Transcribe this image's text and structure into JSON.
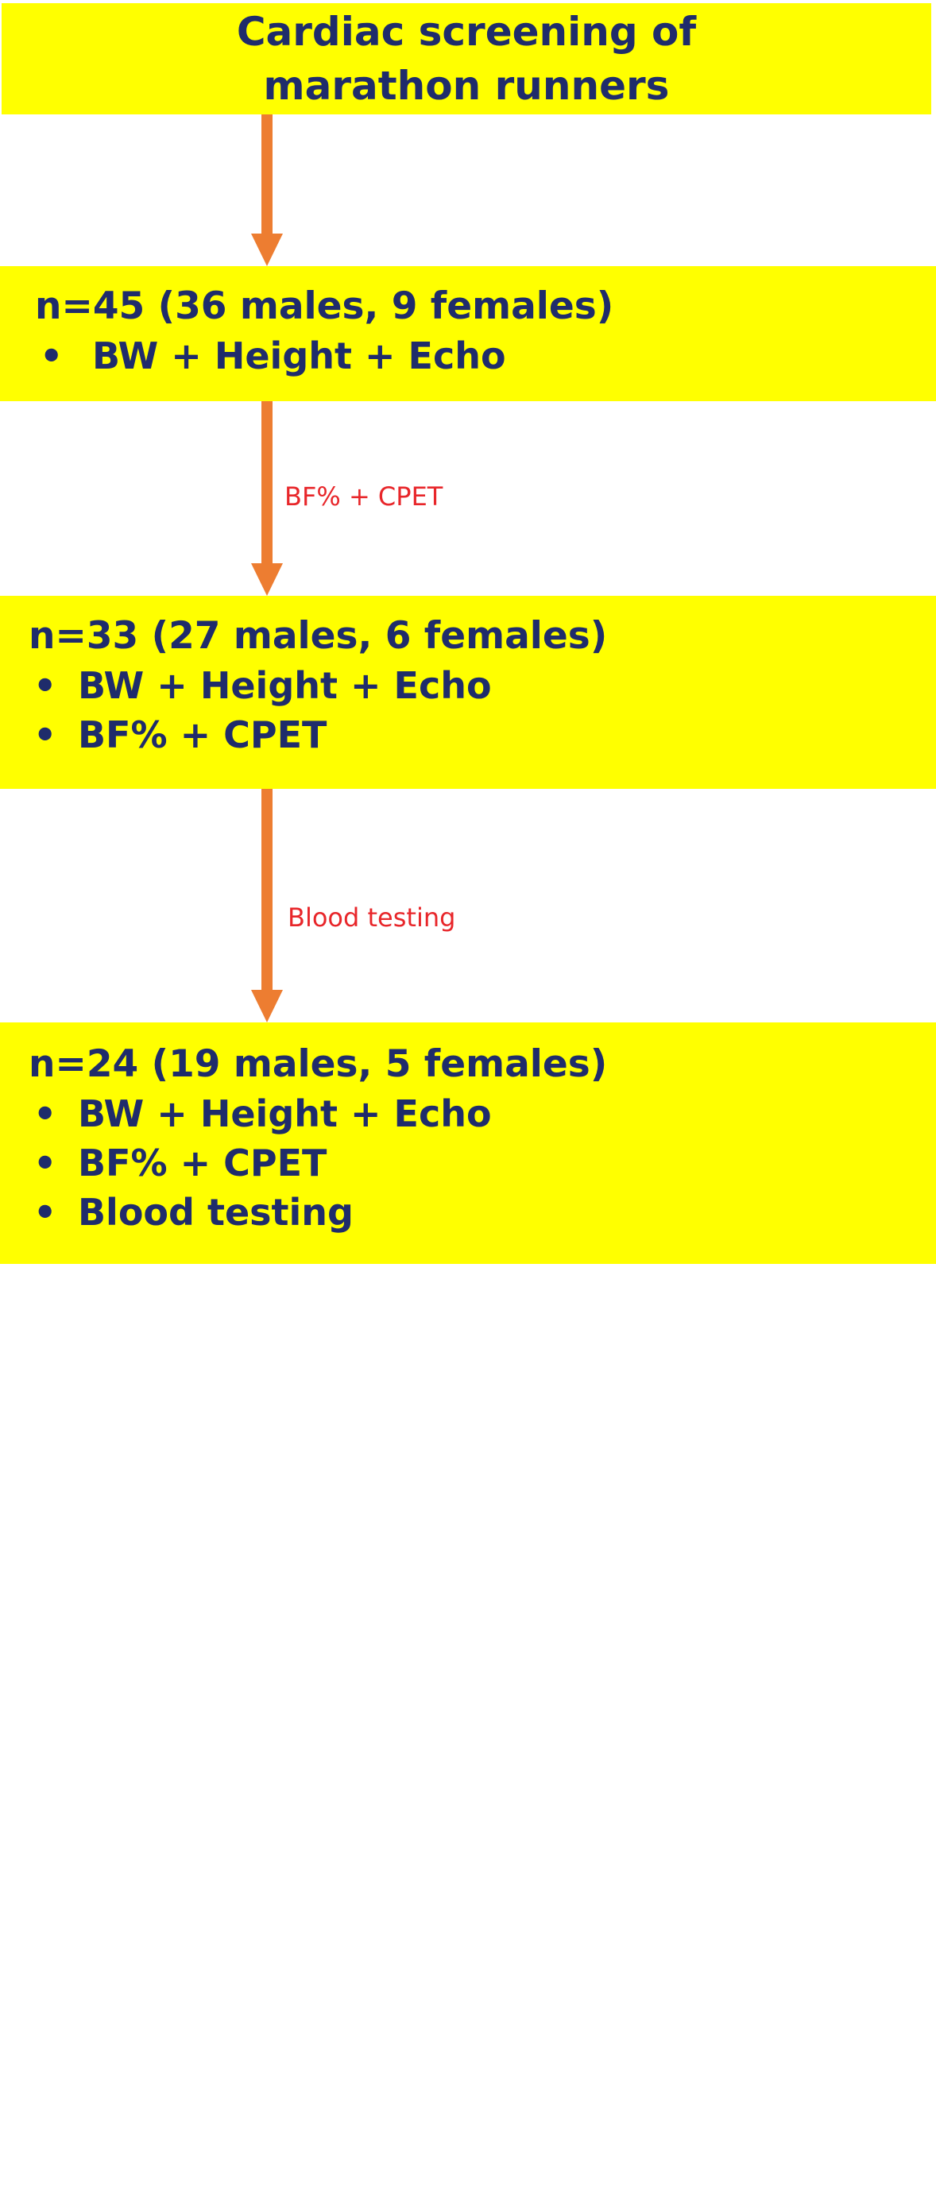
{
  "colors": {
    "box_fill": "#ffff00",
    "box_text": "#1f2c6b",
    "arrow": "#ed7d31",
    "edge_label": "#e8262a"
  },
  "nodes": [
    {
      "id": "title",
      "text": "Cardiac screening of\nmarathon runners",
      "bullets": []
    },
    {
      "id": "step1",
      "text": "n=45 (36 males, 9 females)",
      "bullets": [
        "BW + Height + Echo"
      ]
    },
    {
      "id": "step2",
      "text": "n=33 (27 males, 6 females)",
      "bullets": [
        "BW + Height + Echo",
        "BF% + CPET"
      ]
    },
    {
      "id": "step3",
      "text": "n=24 (19 males, 5 females)",
      "bullets": [
        "BW + Height + Echo",
        "BF% + CPET",
        "Blood testing"
      ]
    }
  ],
  "edges": [
    {
      "from": "title",
      "to": "step1",
      "label": ""
    },
    {
      "from": "step1",
      "to": "step2",
      "label": "BF% + CPET"
    },
    {
      "from": "step2",
      "to": "step3",
      "label": "Blood testing"
    }
  ]
}
